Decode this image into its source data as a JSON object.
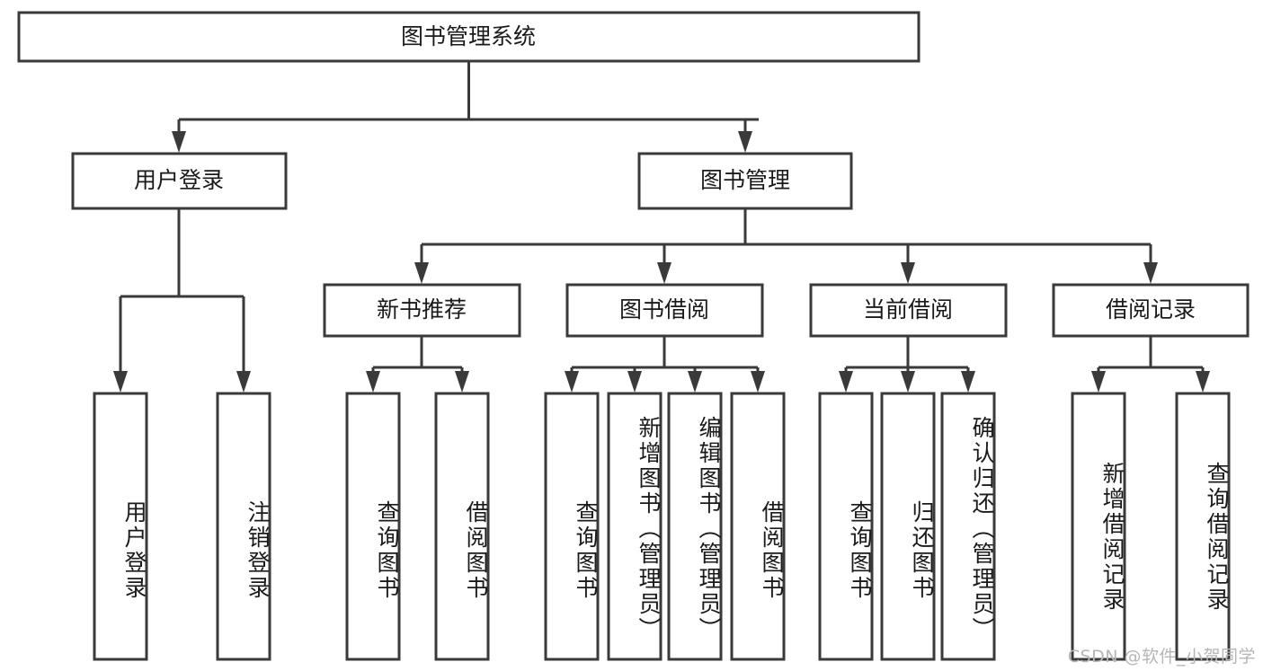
{
  "diagram": {
    "title": "图书管理系统",
    "type": "tree-hierarchy-chart",
    "root": {
      "id": "root",
      "label": "图书管理系统"
    },
    "level1": [
      {
        "id": "user-login",
        "label": "用户登录"
      },
      {
        "id": "book-manage",
        "label": "图书管理"
      }
    ],
    "level2": [
      {
        "id": "new-book-rec",
        "label": "新书推荐",
        "parent": "book-manage"
      },
      {
        "id": "book-borrow",
        "label": "图书借阅",
        "parent": "book-manage"
      },
      {
        "id": "current-borrow",
        "label": "当前借阅",
        "parent": "book-manage"
      },
      {
        "id": "borrow-record",
        "label": "借阅记录",
        "parent": "book-manage"
      }
    ],
    "leaves": [
      {
        "id": "leaf-user-login",
        "label": "用户登录",
        "parent": "user-login"
      },
      {
        "id": "leaf-logout-login",
        "label": "注销登录",
        "parent": "user-login"
      },
      {
        "id": "leaf-query-book-rec",
        "label": "查询图书",
        "parent": "new-book-rec"
      },
      {
        "id": "leaf-borrow-book-rec",
        "label": "借阅图书",
        "parent": "new-book-rec"
      },
      {
        "id": "leaf-query-book-borrow",
        "label": "查询图书",
        "parent": "book-borrow"
      },
      {
        "id": "leaf-add-book-admin",
        "label": "新增图书（管理员）",
        "parent": "book-borrow"
      },
      {
        "id": "leaf-edit-book-admin",
        "label": "编辑图书（管理员）",
        "parent": "book-borrow"
      },
      {
        "id": "leaf-borrow-book",
        "label": "借阅图书",
        "parent": "book-borrow"
      },
      {
        "id": "leaf-query-book-current",
        "label": "查询图书",
        "parent": "current-borrow"
      },
      {
        "id": "leaf-return-book",
        "label": "归还图书",
        "parent": "current-borrow"
      },
      {
        "id": "leaf-confirm-return-admin",
        "label": "确认归还（管理员）",
        "parent": "current-borrow"
      },
      {
        "id": "leaf-add-borrow-record",
        "label": "新增借阅记录",
        "parent": "borrow-record"
      },
      {
        "id": "leaf-query-borrow-record",
        "label": "查询借阅记录",
        "parent": "borrow-record"
      }
    ],
    "colors": {
      "stroke": "#3a3a3a",
      "fill": "#ffffff",
      "text": "#1a1a1a",
      "watermark": "#b6b6b6"
    }
  },
  "watermark": {
    "text": "CSDN @软件_小贺同学"
  }
}
